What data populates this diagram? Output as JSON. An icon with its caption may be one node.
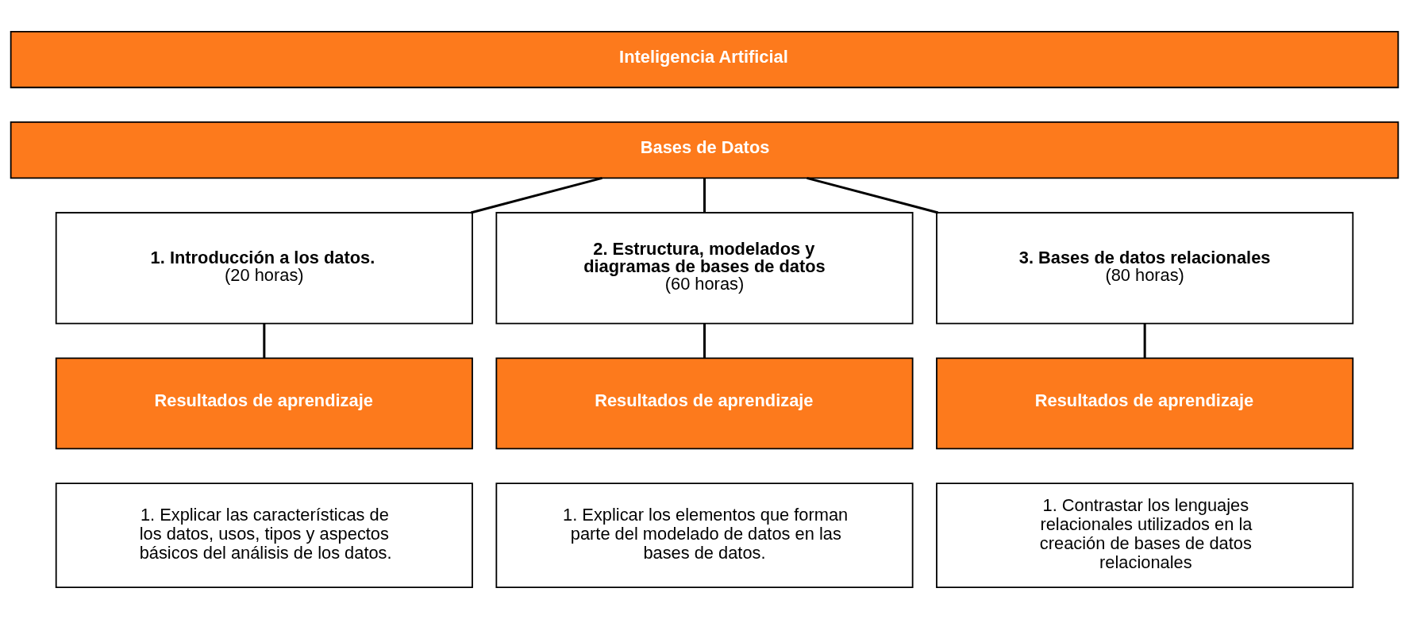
{
  "diagram": {
    "nodes": [
      {
        "text": [
          "Inteligencia Artificial"
        ]
      },
      {
        "text": [
          "Bases de Datos"
        ]
      },
      {
        "text": [
          "1. Introducción a los datos.",
          "(20 horas)"
        ]
      },
      {
        "text": [
          "2. Estructura, modelados y diagramas de bases de datos",
          "(60 horas)"
        ]
      },
      {
        "text": [
          "3. Bases de datos relacionales",
          "(80 horas)"
        ]
      },
      {
        "text": [
          "Resultados de aprendizaje"
        ]
      },
      {
        "text": [
          "Resultados de aprendizaje"
        ]
      },
      {
        "text": [
          "Resultados de aprendizaje"
        ]
      },
      {
        "text": [
          "1. Explicar las características de los datos, usos, tipos y aspectos básicos del análisis de los datos."
        ]
      },
      {
        "text": [
          "1. Explicar los elementos que forman parte del modelado de datos en las bases de datos."
        ]
      },
      {
        "text": [
          "1. Contrastar los lenguajes relacionales utilizados en la creación de bases de datos relacionales"
        ]
      }
    ],
    "edges": [
      {
        "from": 1,
        "to": 2,
        "arrow": "none"
      },
      {
        "from": 1,
        "to": 3,
        "arrow": "none"
      },
      {
        "from": 1,
        "to": 4,
        "arrow": "none"
      },
      {
        "from": 2,
        "to": 5,
        "arrow": "none"
      },
      {
        "from": 3,
        "to": 6,
        "arrow": "none"
      },
      {
        "from": 4,
        "to": 7,
        "arrow": "none"
      }
    ]
  }
}
